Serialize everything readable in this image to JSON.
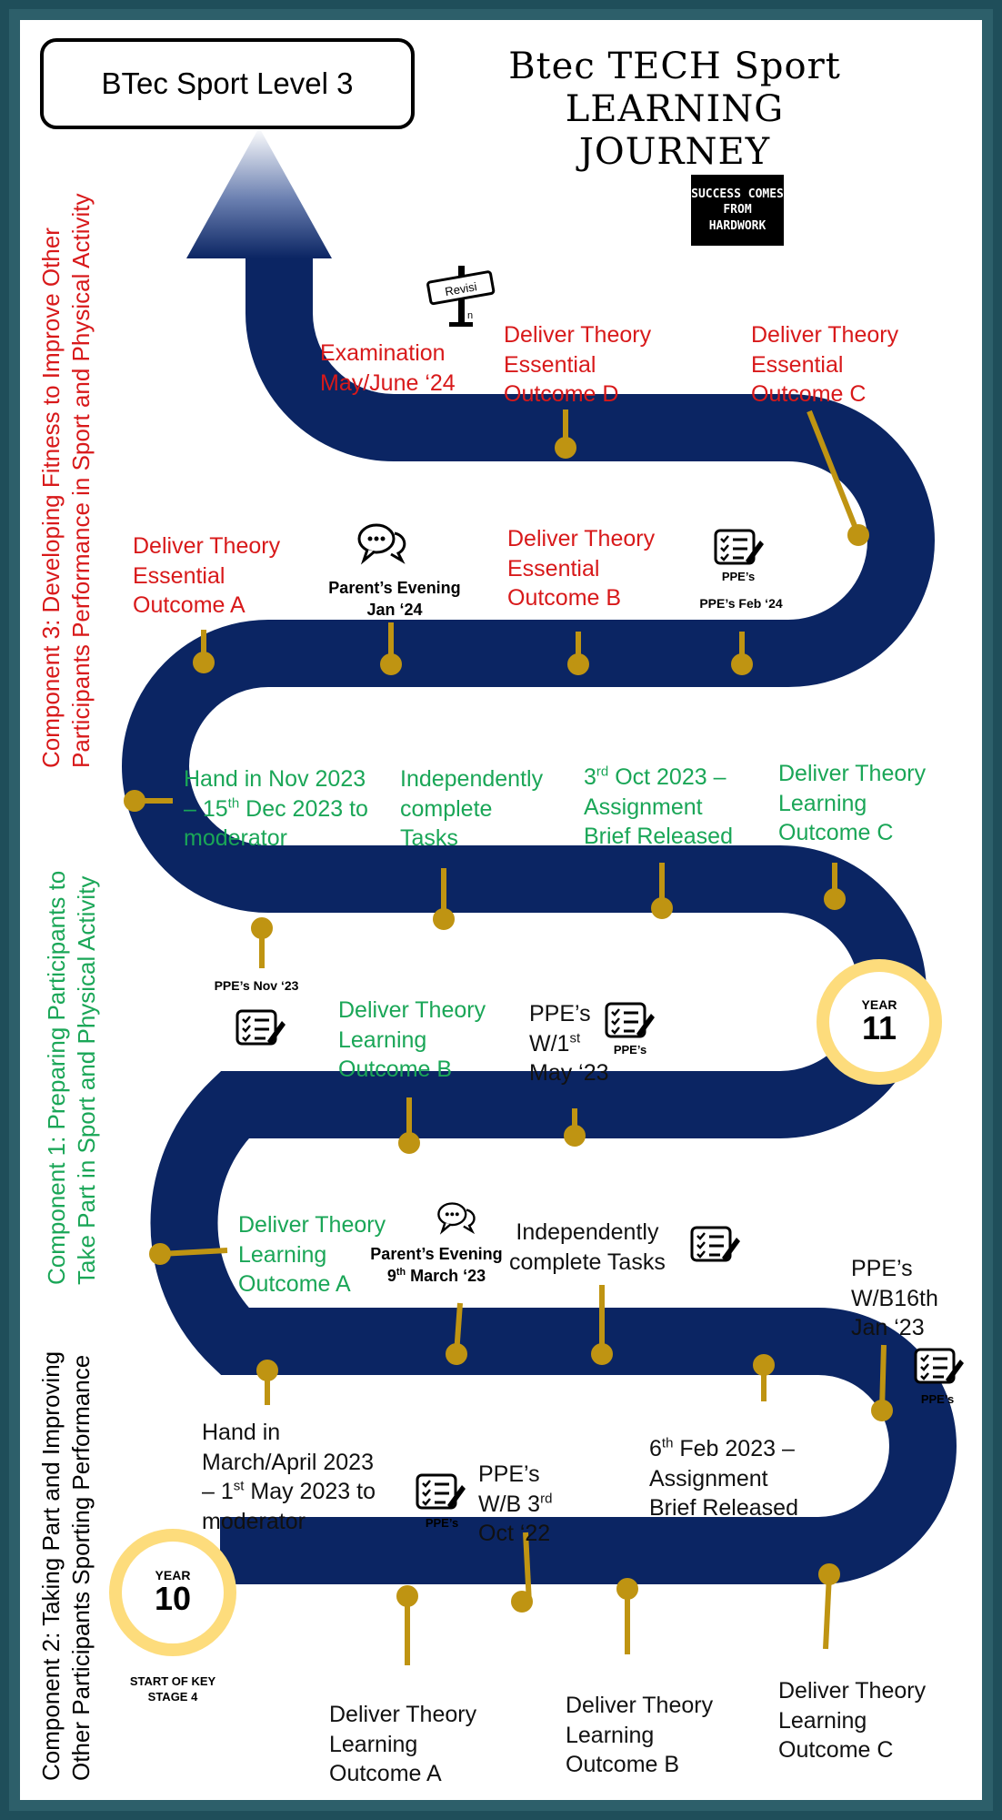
{
  "header": {
    "box_title": "BTec Sport Level 3",
    "main_title_line1": "Btec TECH Sport",
    "main_title_line2": "LEARNING JOURNEY",
    "badge_line1": "SUCCESS COMES",
    "badge_line2": "FROM",
    "badge_line3": "HARDWORK",
    "signpost_text": "Revisi",
    "signpost_text2": "n"
  },
  "side_labels": {
    "component3_line1": "Component 3: Developing Fitness to Improve Other",
    "component3_line2": "Participants Performance in Sport and Physical Activity",
    "component1_line1": "Component 1: Preparing Participants to",
    "component1_line2": "Take Part in Sport and Physical Activity",
    "component2_line1": "Component 2: Taking Part and Improving",
    "component2_line2": "Other Participants Sporting Performance"
  },
  "year_badges": {
    "year_word": "YEAR",
    "year10": "10",
    "year11": "11",
    "start_line1": "START OF KEY",
    "start_line2": "STAGE 4"
  },
  "milestones": {
    "exam": {
      "l1": "Examination",
      "l2": "May/June ‘24"
    },
    "theory_d": {
      "l1": "Deliver Theory",
      "l2": "Essential",
      "l3": "Outcome D"
    },
    "theory_c_ess": {
      "l1": "Deliver Theory",
      "l2": "Essential",
      "l3": "Outcome C"
    },
    "theory_a_ess": {
      "l1": "Deliver Theory",
      "l2": "Essential",
      "l3": "Outcome A"
    },
    "parents_jan": {
      "l1": "Parent’s Evening",
      "l2": "Jan ‘24"
    },
    "theory_b_ess": {
      "l1": "Deliver Theory",
      "l2": "Essential",
      "l3": "Outcome B"
    },
    "ppe_feb": {
      "icon_caption": "PPE’s",
      "label": "PPE’s  Feb ‘24"
    },
    "handin_nov": {
      "l1": "Hand in Nov 2023",
      "l2a": "– 15",
      "l2sup": "th",
      "l2b": " Dec 2023 to",
      "l3": "moderator"
    },
    "indep_y11": {
      "l1": "Independently",
      "l2": "complete",
      "l3": "Tasks"
    },
    "brief_oct": {
      "l1a": "3",
      "l1sup": "rd",
      "l1b": " Oct 2023 –",
      "l2": "Assignment",
      "l3": "Brief Released"
    },
    "theory_c_y11": {
      "l1": "Deliver Theory",
      "l2": "Learning",
      "l3": "Outcome C"
    },
    "ppe_nov": {
      "label": "PPE’s  Nov ‘23"
    },
    "theory_b_y11": {
      "l1": "Deliver Theory",
      "l2": "Learning",
      "l3": "Outcome B"
    },
    "ppe_may": {
      "l1": "PPE’s",
      "l2a": "W/1",
      "l2sup": "st",
      "l3": "May ‘23",
      "icon_caption": "PPE’s"
    },
    "theory_a_y10": {
      "l1": "Deliver Theory",
      "l2": "Learning",
      "l3": "Outcome A"
    },
    "parents_march": {
      "l1": "Parent’s Evening",
      "l2a": "9",
      "l2sup": "th",
      "l2b": " March ‘23"
    },
    "indep_y10": {
      "l1": "Independently",
      "l2": "complete Tasks"
    },
    "ppe_jan": {
      "l1": "PPE’s",
      "l2": "W/B16th",
      "l3": "Jan ‘23",
      "icon_caption": "PPE’s"
    },
    "handin_march": {
      "l1": "Hand in",
      "l2": "March/April 2023",
      "l3a": "– 1",
      "l3sup": "st",
      "l3b": " May 2023 to",
      "l4": "moderator"
    },
    "ppe_oct": {
      "icon_caption": "PPE’s",
      "l1": "PPE’s",
      "l2a": "W/B 3",
      "l2sup": "rd",
      "l3": "Oct ‘22"
    },
    "brief_feb": {
      "l1a": "6",
      "l1sup": "th",
      "l1b": " Feb 2023 –",
      "l2": "Assignment",
      "l3": "Brief Released"
    },
    "theory_a_bottom": {
      "l1": "Deliver Theory",
      "l2": "Learning",
      "l3": "Outcome A"
    },
    "theory_b_bottom": {
      "l1": "Deliver Theory",
      "l2": "Learning",
      "l3": "Outcome B"
    },
    "theory_c_bottom": {
      "l1": "Deliver Theory",
      "l2": "Learning",
      "l3": "Outcome C"
    }
  },
  "colors": {
    "road": "#0b2563",
    "pin": "#bf9412",
    "red_text": "#d8191a",
    "green_text": "#1aa657",
    "year_ring": "#fddc7c"
  }
}
